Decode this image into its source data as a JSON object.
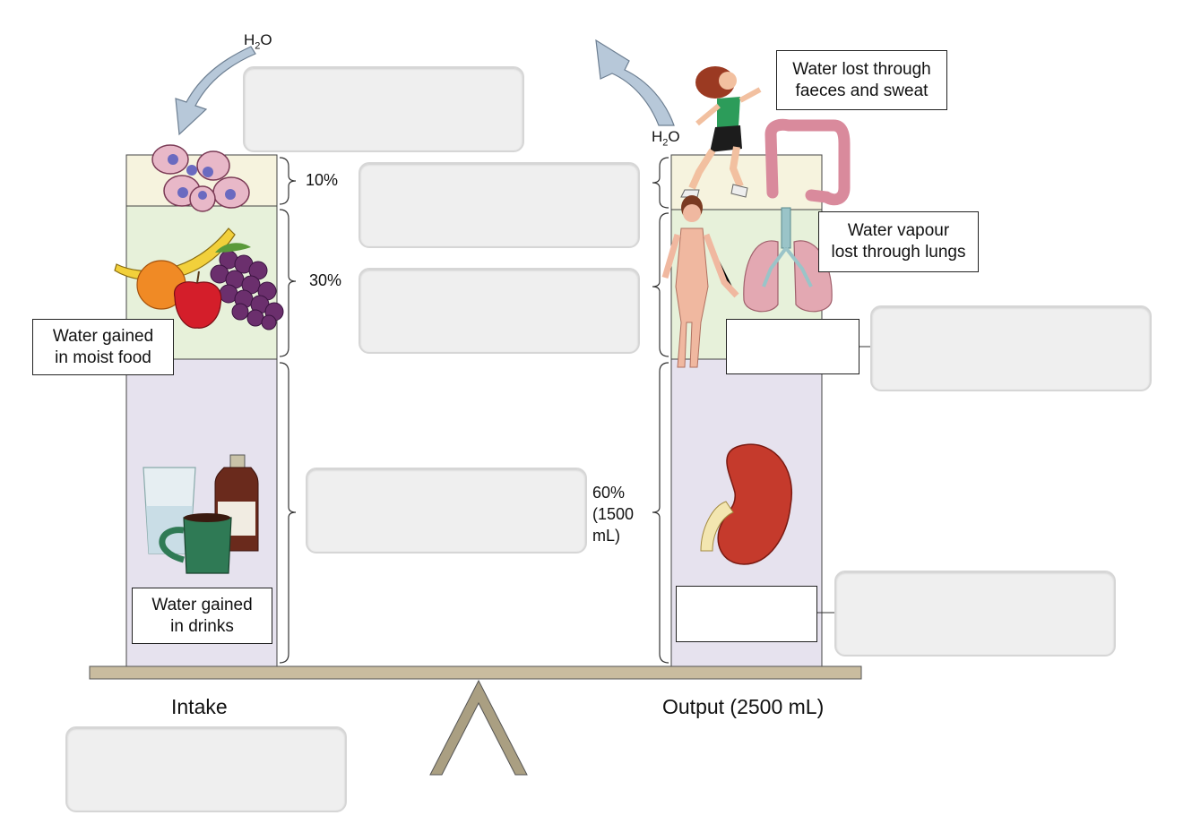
{
  "labels": {
    "moist_food": "Water gained\nin moist food",
    "drinks": "Water gained\nin drinks",
    "faeces_sweat": "Water lost through\nfaeces and sweat",
    "lungs": "Water vapour\nlost through lungs",
    "pct_10": "10%",
    "pct_30": "30%",
    "pct_60": "60%\n(1500\nmL)",
    "intake": "Intake",
    "output": "Output (2500 mL)",
    "h2o_left": "H",
    "h2o_left_sub": "2",
    "h2o_left_end": "O",
    "h2o_right": "H",
    "h2o_right_sub": "2",
    "h2o_right_end": "O"
  },
  "colors": {
    "metabolic": "#f6f3de",
    "food": "#e7f1da",
    "drink": "#e6e2ee",
    "balance": "#c9bc9f",
    "arrow": "#b7c8d9"
  },
  "icons": [
    "cells-icon",
    "fruit-icon",
    "drinks-icon",
    "runner-icon",
    "intestine-icon",
    "body-icon",
    "lungs-icon",
    "kidney-icon",
    "arrow-icon"
  ]
}
